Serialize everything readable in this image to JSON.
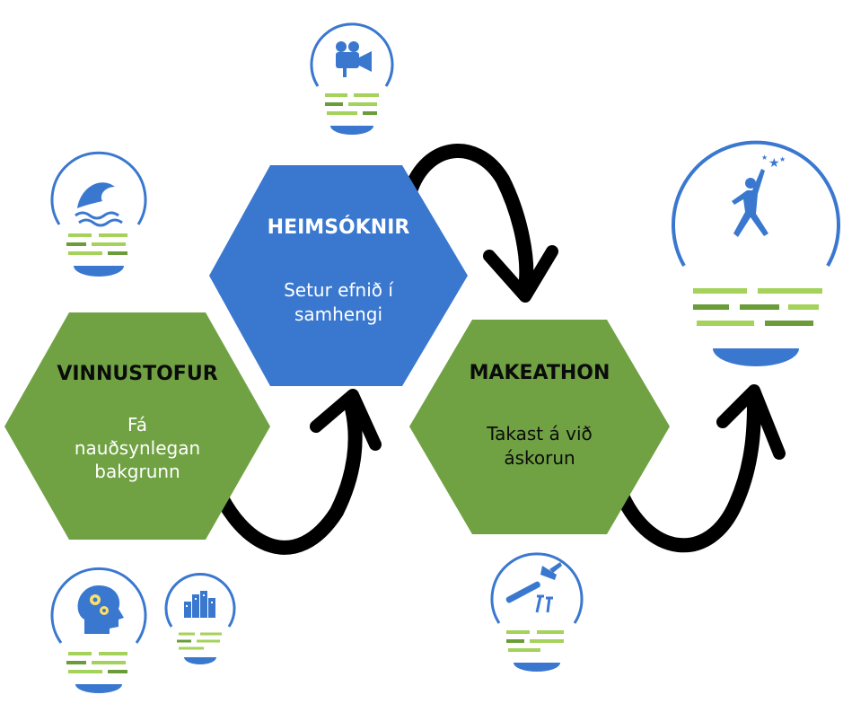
{
  "colors": {
    "blue": "#3a78d0",
    "green": "#70a243",
    "bulb_outline": "#3a78d0",
    "bulb_lines_light": "#a4d25a",
    "bulb_lines_dark": "#6b9c3a",
    "arrow": "#000000",
    "title_dark": "#0b0b0b",
    "title_light": "#ffffff"
  },
  "stages": {
    "vinnustofur": {
      "title": "VINNUSTOFUR",
      "line1": "Fá",
      "line2": "nauðsynlegan",
      "line3": "bakgrunn"
    },
    "heimsoknir": {
      "title": "HEIMSÓKNIR",
      "line1": "Setur efnið í",
      "line2": "samhengi"
    },
    "makeathon": {
      "title": "MAKEATHON",
      "line1": "Takast á við",
      "line2": "áskorun"
    }
  },
  "bulb_icons": {
    "top_center": "video-camera-icon",
    "top_left": "ocean-wave-icon",
    "right_large": "person-reaching-star-icon",
    "bottom_left_large": "head-gears-icon",
    "bottom_left_small": "buildings-icon",
    "bottom_center": "hammer-nails-icon"
  }
}
